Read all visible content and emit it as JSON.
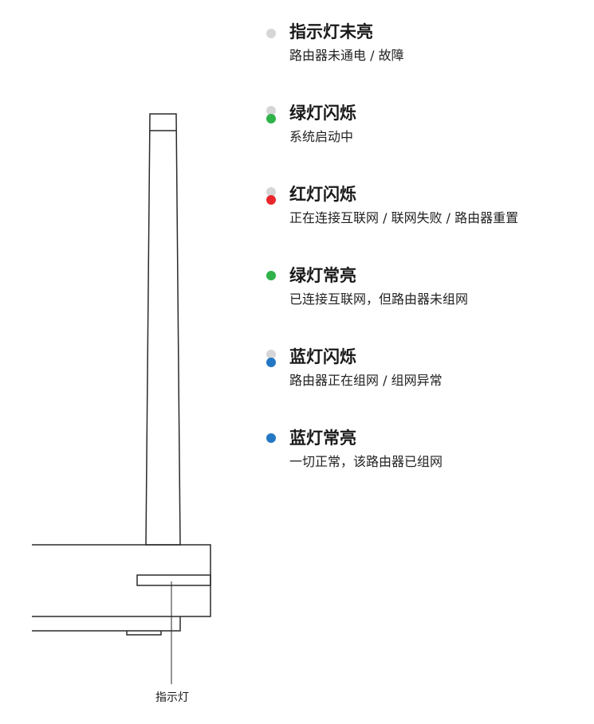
{
  "indicator_label": "指示灯",
  "colors": {
    "line": "#2a2a2a",
    "off": "#d6d6d6",
    "green": "#2fb24a",
    "red": "#e8262b",
    "blue": "#2477c4"
  },
  "states": [
    {
      "title": "指示灯未亮",
      "description": "路由器未通电 / 故障",
      "dots": [
        "off"
      ]
    },
    {
      "title": "绿灯闪烁",
      "description": "系统启动中",
      "dots": [
        "off",
        "green"
      ]
    },
    {
      "title": "红灯闪烁",
      "description": "正在连接互联网 / 联网失败 / 路由器重置",
      "dots": [
        "off",
        "red"
      ]
    },
    {
      "title": "绿灯常亮",
      "description": "已连接互联网，但路由器未组网",
      "dots": [
        "green"
      ]
    },
    {
      "title": "蓝灯闪烁",
      "description": "路由器正在组网 / 组网异常",
      "dots": [
        "off",
        "blue"
      ]
    },
    {
      "title": "蓝灯常亮",
      "description": "一切正常，该路由器已组网",
      "dots": [
        "blue"
      ]
    }
  ]
}
